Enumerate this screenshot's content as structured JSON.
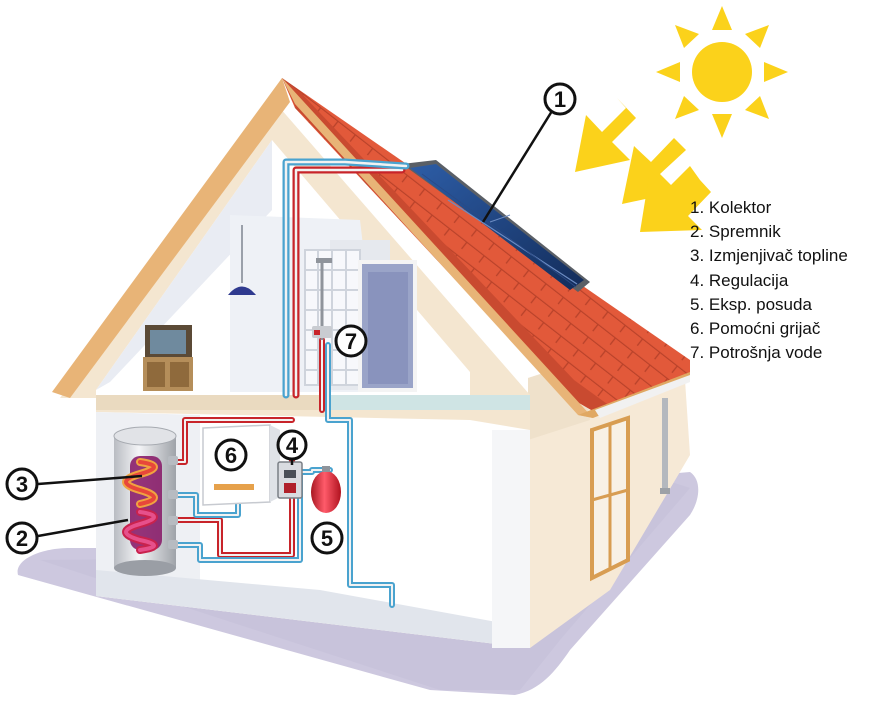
{
  "legend": {
    "items": [
      "1. Kolektor",
      "2. Spremnik",
      "3. Izmjenjivač topline",
      "4. Regulacija",
      "5. Eksp. posuda",
      "6. Pomoćni grijač",
      "7. Potrošnja vode"
    ]
  },
  "callouts": {
    "c1": "1",
    "c2": "2",
    "c3": "3",
    "c4": "4",
    "c5": "5",
    "c6": "6",
    "c7": "7"
  },
  "colors": {
    "roof": "#e2593a",
    "roof_edge": "#e8b477",
    "hot_pipe": "#c8242a",
    "cold_pipe": "#4aa3cf",
    "sun": "#fbd21b",
    "ground": "#c8c4dc",
    "collector": "#1d3e78"
  }
}
